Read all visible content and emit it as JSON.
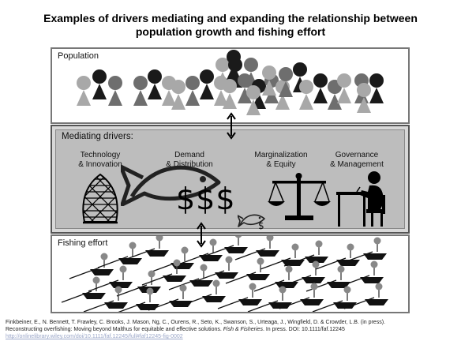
{
  "title_line1": "Examples of drivers mediating and expanding the relationship between",
  "title_line2": "population growth and fishing effort",
  "panels": {
    "population": "Population",
    "drivers": "Mediating drivers:",
    "effort": "Fishing effort"
  },
  "drivers": [
    {
      "line1": "Technology",
      "line2": "& Innovation",
      "icon": "fishing-net-icon"
    },
    {
      "line1": "Demand",
      "line2": "& Distribution",
      "icon": "fish-dollar-icon"
    },
    {
      "line1": "Marginalization",
      "line2": "& Equity",
      "icon": "balance-scale-icon"
    },
    {
      "line1": "Governance",
      "line2": "& Management",
      "icon": "person-at-desk-icon"
    }
  ],
  "dollars": "$$$",
  "small_dollar": "$",
  "citation": {
    "line1": "Finkbeiner, E., N. Bennett, T. Frawley, C. Brooks, J. Mason, Ng, C., Ourens, R., Seto, K., Swanson, S., Urteaga, J., Wingfield, D. & Crowder, L.B. (in press).",
    "line2_a": "Reconstructing overfishing: Moving beyond Malthus for equitable and effective solutions. ",
    "line2_journal": "Fish & Fisheries",
    "line2_b": ". In press. DOI: 10.1111/faf.12245",
    "link": "http://onlinelibrary.wiley.com/doi/10.1111/faf.12245/full#faf12245-fig-0002"
  },
  "colors": {
    "person_dark": "#1a1a1a",
    "person_mid": "#6e6e6e",
    "person_light": "#a8a8a8",
    "drivers_bg": "#bdbdbd"
  }
}
